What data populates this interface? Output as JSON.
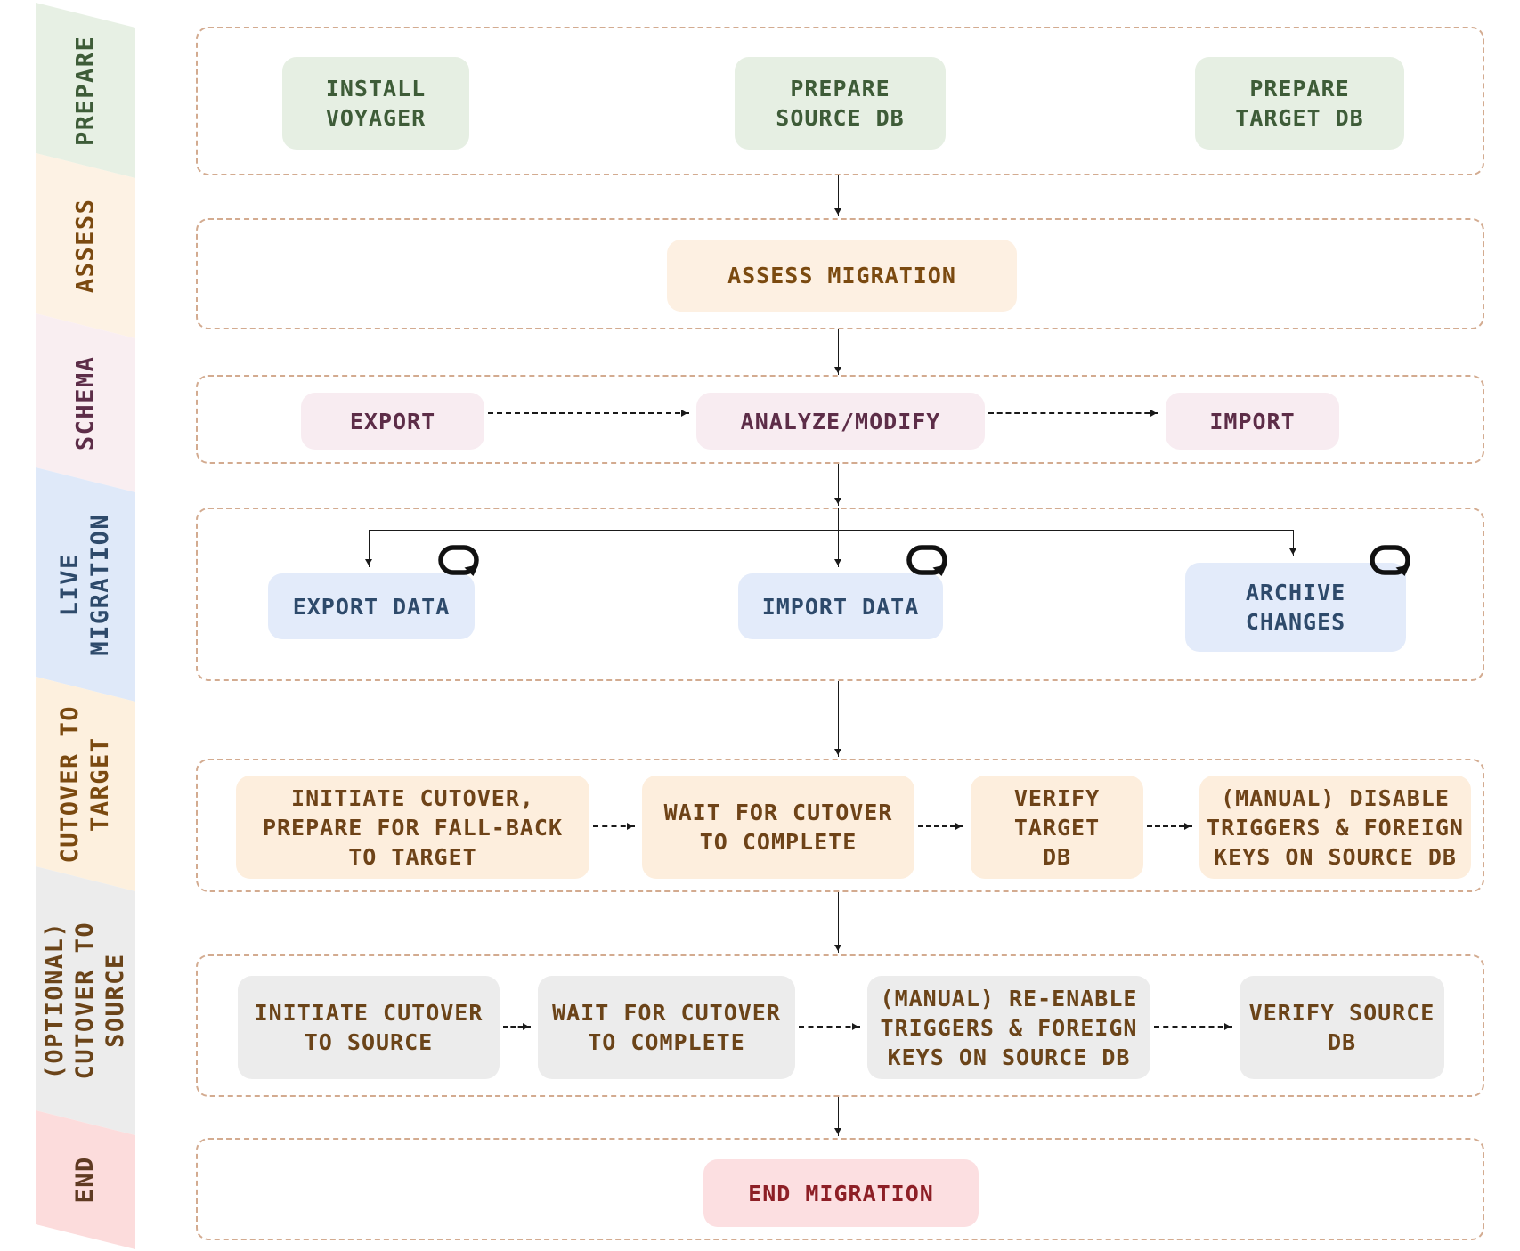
{
  "title": "Database migration workflow diagram",
  "palette": {
    "row_border": "#d3ab90",
    "arrow": "#1a1a1a",
    "prepare_bg": "#e6efe3",
    "prepare_fg": "#3e5c38",
    "assess_bg": "#fdf0e2",
    "assess_fg": "#7b4a10",
    "schema_bg": "#f8ecf1",
    "schema_fg": "#5d2d48",
    "live_bg": "#e3ebfa",
    "live_fg": "#2e4a6b",
    "cutover_bg": "#fdeedd",
    "cutover_fg": "#6e4318",
    "optional_bg": "#ececec",
    "optional_fg": "#6b4419",
    "end_bg": "#fcdfe1",
    "end_fg": "#8d1f26",
    "sidebar_end_fg": "#5f3a22"
  },
  "sidebar": {
    "segments": [
      {
        "id": "prepare",
        "label": "PREPARE"
      },
      {
        "id": "assess",
        "label": "ASSESS"
      },
      {
        "id": "schema",
        "label": "SCHEMA"
      },
      {
        "id": "live",
        "label": "LIVE\nMIGRATION"
      },
      {
        "id": "cutover",
        "label": "CUTOVER TO\nTARGET"
      },
      {
        "id": "optional",
        "label": "(OPTIONAL)\nCUTOVER TO\nSOURCE"
      },
      {
        "id": "end",
        "label": "END"
      }
    ]
  },
  "rows": [
    {
      "phase": "PREPARE",
      "nodes": [
        {
          "label": "INSTALL\nVOYAGER"
        },
        {
          "label": "PREPARE\nSOURCE DB"
        },
        {
          "label": "PREPARE\nTARGET DB"
        }
      ]
    },
    {
      "phase": "ASSESS",
      "nodes": [
        {
          "label": "ASSESS MIGRATION"
        }
      ]
    },
    {
      "phase": "SCHEMA",
      "nodes": [
        {
          "label": "EXPORT"
        },
        {
          "label": "ANALYZE/MODIFY"
        },
        {
          "label": "IMPORT"
        }
      ]
    },
    {
      "phase": "LIVE MIGRATION",
      "nodes": [
        {
          "label": "EXPORT DATA",
          "loop": true
        },
        {
          "label": "IMPORT DATA",
          "loop": true
        },
        {
          "label": "ARCHIVE\nCHANGES",
          "loop": true
        }
      ]
    },
    {
      "phase": "CUTOVER TO TARGET",
      "nodes": [
        {
          "label": "INITIATE CUTOVER,\nPREPARE FOR FALL-BACK\nTO TARGET"
        },
        {
          "label": "WAIT FOR CUTOVER\nTO COMPLETE"
        },
        {
          "label": "VERIFY\nTARGET\nDB"
        },
        {
          "label": "(MANUAL) DISABLE\nTRIGGERS & FOREIGN\nKEYS ON SOURCE DB"
        }
      ]
    },
    {
      "phase": "(OPTIONAL) CUTOVER TO SOURCE",
      "nodes": [
        {
          "label": "INITIATE CUTOVER\nTO SOURCE"
        },
        {
          "label": "WAIT FOR CUTOVER\nTO COMPLETE"
        },
        {
          "label": "(MANUAL) RE-ENABLE\nTRIGGERS & FOREIGN\nKEYS ON SOURCE DB"
        },
        {
          "label": "VERIFY SOURCE\nDB"
        }
      ]
    },
    {
      "phase": "END",
      "nodes": [
        {
          "label": "END MIGRATION"
        }
      ]
    }
  ],
  "icons": {
    "loop": "repeat-loop-icon"
  }
}
